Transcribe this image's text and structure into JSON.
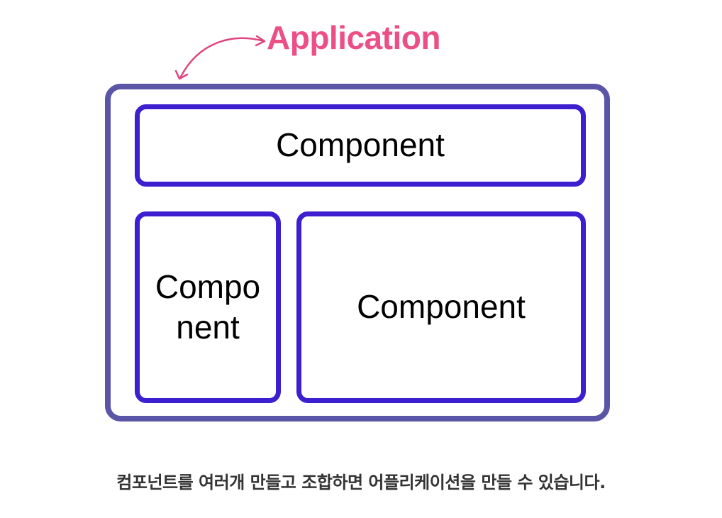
{
  "diagram": {
    "application_label": "Application",
    "components": [
      {
        "label": "Component"
      },
      {
        "label": "Component"
      },
      {
        "label": "Component"
      }
    ],
    "caption": "컴포넌트를 여러개 만들고 조합하면 어플리케이션을 만들 수 있습니다."
  },
  "colors": {
    "application_label": "#ec4f86",
    "arrow": "#e0457e",
    "application_border": "#5b55a8",
    "component_border": "#3e1fd0",
    "caption": "#333333"
  },
  "icons": {
    "pointer": "curved-arrow-icon"
  }
}
